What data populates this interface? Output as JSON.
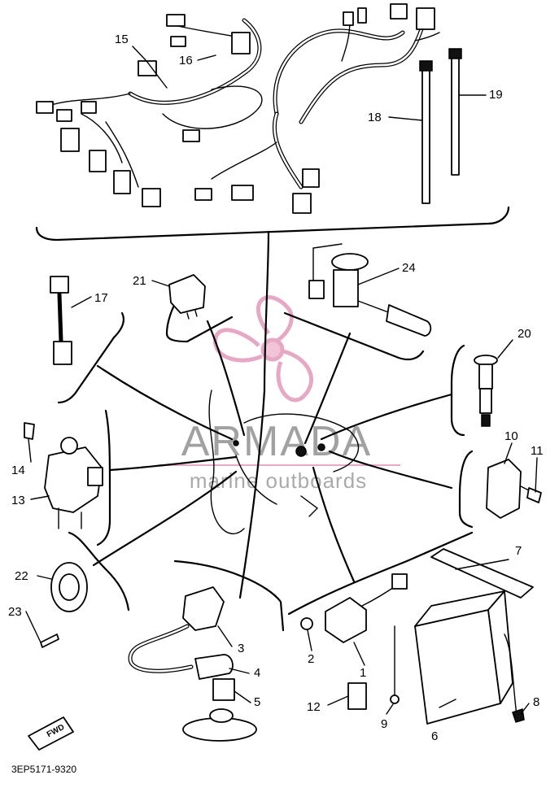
{
  "diagram": {
    "drawing_code": "3EP5171-9320",
    "watermark": {
      "brand": "ARMADA",
      "tagline": "marine outboards",
      "logo_color": "#e6a8c4",
      "text_color": "#555555"
    },
    "fwd_label": "FWD",
    "callouts": [
      {
        "id": "c1",
        "label": "1"
      },
      {
        "id": "c2",
        "label": "2"
      },
      {
        "id": "c3",
        "label": "3"
      },
      {
        "id": "c4",
        "label": "4"
      },
      {
        "id": "c5",
        "label": "5"
      },
      {
        "id": "c6",
        "label": "6"
      },
      {
        "id": "c7",
        "label": "7"
      },
      {
        "id": "c8",
        "label": "8"
      },
      {
        "id": "c9",
        "label": "9"
      },
      {
        "id": "c10",
        "label": "10"
      },
      {
        "id": "c11",
        "label": "11"
      },
      {
        "id": "c12",
        "label": "12"
      },
      {
        "id": "c13",
        "label": "13"
      },
      {
        "id": "c14",
        "label": "14"
      },
      {
        "id": "c15",
        "label": "15"
      },
      {
        "id": "c16",
        "label": "16"
      },
      {
        "id": "c17",
        "label": "17"
      },
      {
        "id": "c18",
        "label": "18"
      },
      {
        "id": "c19",
        "label": "19"
      },
      {
        "id": "c20",
        "label": "20"
      },
      {
        "id": "c21",
        "label": "21"
      },
      {
        "id": "c22",
        "label": "22"
      },
      {
        "id": "c23",
        "label": "23"
      },
      {
        "id": "c24",
        "label": "24"
      }
    ]
  }
}
